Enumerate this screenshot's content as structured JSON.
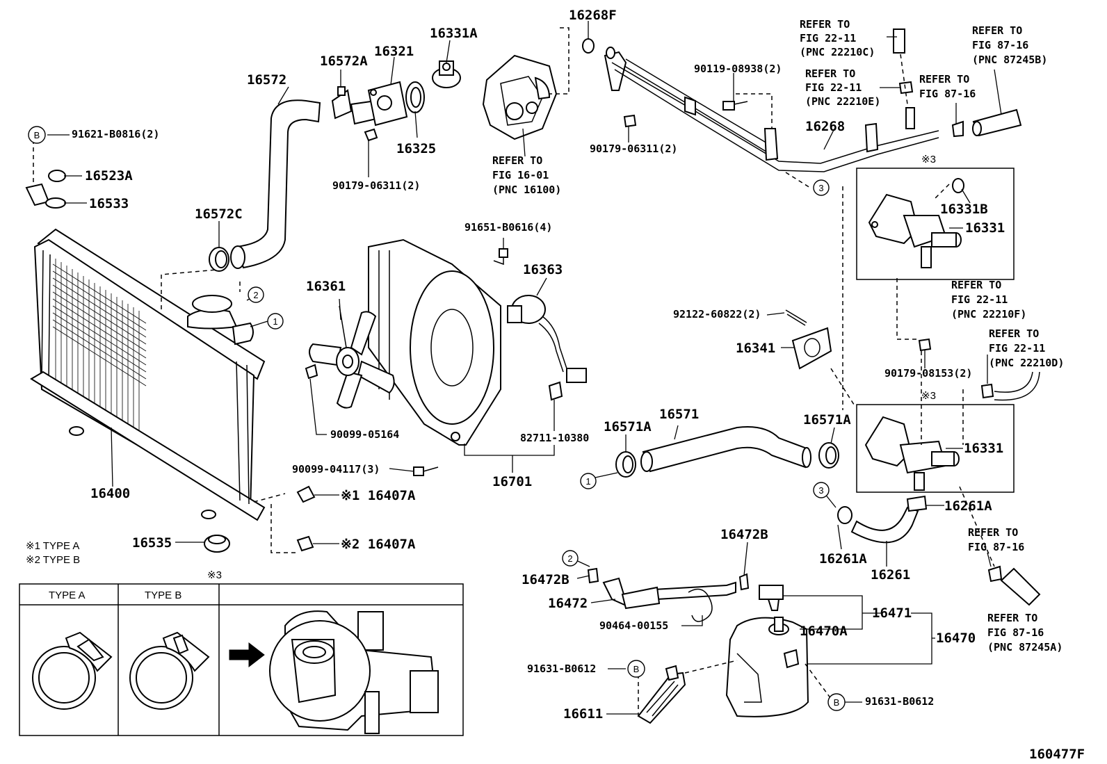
{
  "labels": {
    "p16572": "16572",
    "p16572A": "16572A",
    "p16321": "16321",
    "p16331A": "16331A",
    "p16325": "16325",
    "p90179_a": "90179-06311(2)",
    "p16268F": "16268F",
    "ref_16100": [
      "REFER TO",
      "FIG 16-01",
      "(PNC 16100)"
    ],
    "ref_22210C": [
      "REFER TO",
      "FIG 22-11",
      "(PNC 22210C)"
    ],
    "ref_87245B": [
      "REFER TO",
      "FIG 87-16",
      "(PNC 87245B)"
    ],
    "p90119": "90119-08938(2)",
    "ref_22210E": [
      "REFER TO",
      "FIG 22-11",
      "(PNC 22210E)"
    ],
    "ref_8716_a": [
      "REFER TO",
      "FIG 87-16"
    ],
    "p16268": "16268",
    "p90179_b": "90179-06311(2)",
    "p91621": "91621-B0816(2)",
    "p16523A": "16523A",
    "p16533": "16533",
    "p16572C": "16572C",
    "p91651": "91651-B0616(4)",
    "p16363": "16363",
    "p16361": "16361",
    "p90099_05164": "90099-05164",
    "p82711": "82711-10380",
    "p16701": "16701",
    "p90099_04117": "90099-04117(3)",
    "p16400": "16400",
    "p16407A_1": "※1 16407A",
    "p16407A_2": "※2 16407A",
    "p16535": "16535",
    "note1": "※1  TYPE A",
    "note2": "※2  TYPE B",
    "mark3_top": "※3",
    "mark3_mid": "※3",
    "mark3_box": "※3",
    "p16331B": "16331B",
    "p16331_top": "16331",
    "ref_22210F": [
      "REFER TO",
      "FIG 22-11",
      "(PNC 22210F)"
    ],
    "p92122": "92122-60822(2)",
    "p16341": "16341",
    "p90179_08153": "90179-08153(2)",
    "ref_22210D": [
      "REFER TO",
      "FIG 22-11",
      "(PNC 22210D)"
    ],
    "p16571A_l": "16571A",
    "p16571": "16571",
    "p16571A_r": "16571A",
    "p16331_bot": "16331",
    "p16261A_r": "16261A",
    "p16261A_l": "16261A",
    "p16261": "16261",
    "ref_8716_b": [
      "REFER TO",
      "FIG 87-16"
    ],
    "ref_87245A": [
      "REFER TO",
      "FIG 87-16",
      "(PNC 87245A)"
    ],
    "p16472B_top": "16472B",
    "p16472B_left": "16472B",
    "p16472": "16472",
    "p90464": "90464-00155",
    "p16471": "16471",
    "p16470A": "16470A",
    "p16470": "16470",
    "p91631_l": "91631-B0612",
    "p91631_r": "91631-B0612",
    "p16611": "16611",
    "type_a": "TYPE A",
    "type_b": "TYPE B",
    "fig_id": "160477F",
    "c1": "1",
    "c2": "2",
    "c3": "3",
    "cb": "B"
  }
}
